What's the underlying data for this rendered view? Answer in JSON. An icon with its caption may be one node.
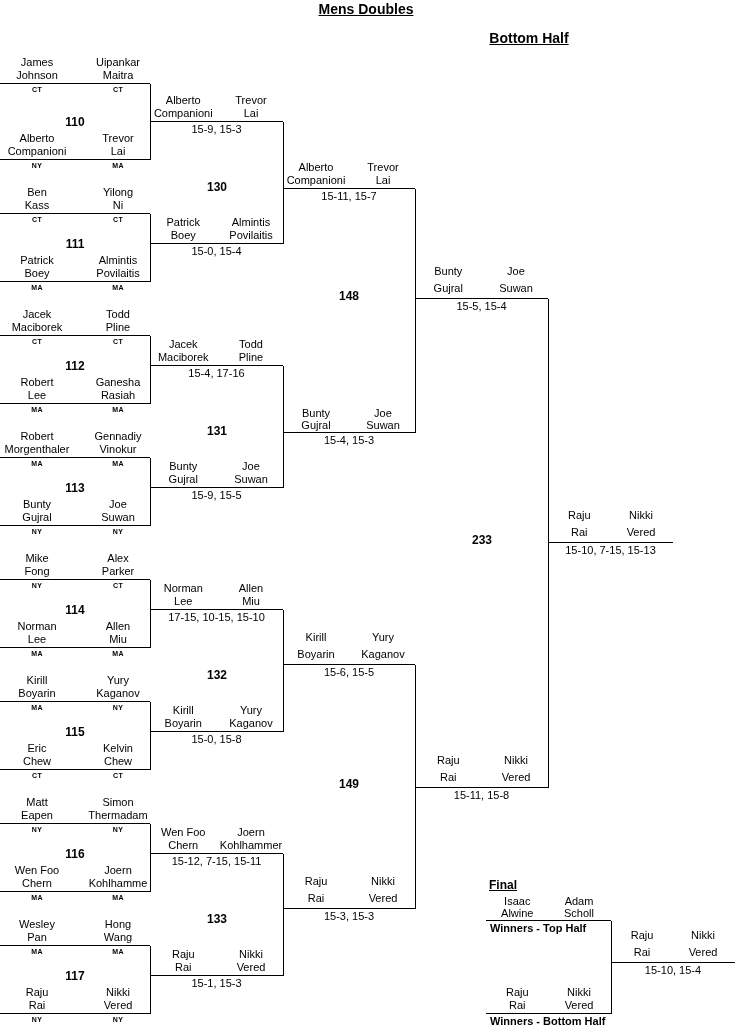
{
  "diagram": {
    "title": "Mens Doubles",
    "nodes": [
      {
        "text": [
          "James Johnson",
          "Uipankar Maitra"
        ],
        "beside": [
          "CT",
          "CT"
        ]
      },
      {
        "text": [
          "Alberto Companioni",
          "Trevor Lai"
        ],
        "beside": [
          "NY",
          "MA"
        ]
      },
      {
        "text": [
          "Ben Kass",
          "Yilong Ni"
        ],
        "beside": [
          "CT",
          "CT"
        ]
      },
      {
        "text": [
          "Patrick Boey",
          "Almintis Povilaitis"
        ],
        "beside": [
          "MA",
          "MA"
        ]
      },
      {
        "text": [
          "Jacek Maciborek",
          "Todd Pline"
        ],
        "beside": [
          "CT",
          "CT"
        ]
      },
      {
        "text": [
          "Robert Lee",
          "Ganesha Rasiah"
        ],
        "beside": [
          "MA",
          "MA"
        ]
      },
      {
        "text": [
          "Robert Morgenthaler",
          "Gennadiy Vinokur"
        ],
        "beside": [
          "MA",
          "MA"
        ]
      },
      {
        "text": [
          "Bunty Gujral",
          "Joe Suwan"
        ],
        "beside": [
          "NY",
          "NY"
        ]
      },
      {
        "text": [
          "Mike Fong",
          "Alex Parker"
        ],
        "beside": [
          "NY",
          "CT"
        ]
      },
      {
        "text": [
          "Norman Lee",
          "Allen Miu"
        ],
        "beside": [
          "MA",
          "MA"
        ]
      },
      {
        "text": [
          "Kirill Boyarin",
          "Yury Kaganov"
        ],
        "beside": [
          "MA",
          "NY"
        ]
      },
      {
        "text": [
          "Eric Chew",
          "Kelvin Chew"
        ],
        "beside": [
          "CT",
          "CT"
        ]
      },
      {
        "text": [
          "Matt Eapen",
          "Simon Thermadam"
        ],
        "beside": [
          "NY",
          "NY"
        ]
      },
      {
        "text": [
          "Wen Foo Chern",
          "Joern Kohlhamme"
        ],
        "beside": [
          "MA",
          "MA"
        ]
      },
      {
        "text": [
          "Wesley Pan",
          "Hong Wang"
        ],
        "beside": [
          "MA",
          "MA"
        ]
      },
      {
        "text": [
          "Raju Rai",
          "Nikki Vered"
        ],
        "beside": [
          "NY",
          "NY"
        ]
      },
      {
        "text": [
          "Alberto Companioni",
          "Trevor Lai"
        ],
        "beside": [
          "15-9, 15-3"
        ]
      },
      {
        "text": [
          "Patrick Boey",
          "Almintis Povilaitis"
        ],
        "beside": [
          "15-0, 15-4"
        ]
      },
      {
        "text": [
          "Jacek Maciborek",
          "Todd Pline"
        ],
        "beside": [
          "15-4, 17-16"
        ]
      },
      {
        "text": [
          "Bunty Gujral",
          "Joe Suwan"
        ],
        "beside": [
          "15-9, 15-5"
        ]
      },
      {
        "text": [
          "Norman Lee",
          "Allen Miu"
        ],
        "beside": [
          "17-15, 10-15, 15-10"
        ]
      },
      {
        "text": [
          "Kirill Boyarin",
          "Yury Kaganov"
        ],
        "beside": [
          "15-0, 15-8"
        ]
      },
      {
        "text": [
          "Wen Foo Chern",
          "Joern Kohlhammer"
        ],
        "beside": [
          "15-12, 7-15, 15-11"
        ]
      },
      {
        "text": [
          "Raju Rai",
          "Nikki Vered"
        ],
        "beside": [
          "15-1, 15-3"
        ]
      },
      {
        "text": [
          "Alberto Companioni",
          "Trevor Lai"
        ],
        "beside": [
          "15-11, 15-7"
        ]
      },
      {
        "text": [
          "Bunty Gujral",
          "Joe Suwan"
        ],
        "beside": [
          "15-4, 15-3"
        ]
      },
      {
        "text": [
          "Kirill Boyarin",
          "Yury Kaganov"
        ],
        "beside": [
          "15-6, 15-5"
        ]
      },
      {
        "text": [
          "Raju Rai",
          "Nikki Vered"
        ],
        "beside": [
          "15-3, 15-3"
        ]
      },
      {
        "text": [
          "Bunty Gujral",
          "Joe Suwan"
        ],
        "beside": [
          "15-5, 15-4"
        ]
      },
      {
        "text": [
          "Raju Rai",
          "Nikki Vered"
        ],
        "beside": [
          "15-11, 15-8"
        ]
      },
      {
        "text": [
          "Raju Rai",
          "Nikki Vered"
        ],
        "beside": [
          "15-10, 7-15, 15-13"
        ]
      },
      {
        "text": [
          "Isaac Alwine",
          "Adam Scholl"
        ],
        "beside": [
          "Winners - Top Half"
        ]
      },
      {
        "text": [
          "Raju Rai",
          "Nikki Vered"
        ],
        "beside": [
          "Winners - Bottom Half"
        ]
      },
      {
        "text": [
          "Raju Rai",
          "Nikki Vered"
        ],
        "beside": [
          "15-10, 15-4"
        ]
      }
    ],
    "edges": [
      {
        "from": 0,
        "to": 16,
        "arrow": "none"
      },
      {
        "from": 1,
        "to": 16,
        "arrow": "none"
      },
      {
        "from": 2,
        "to": 17,
        "arrow": "none"
      },
      {
        "from": 3,
        "to": 17,
        "arrow": "none"
      },
      {
        "from": 4,
        "to": 18,
        "arrow": "none"
      },
      {
        "from": 5,
        "to": 18,
        "arrow": "none"
      },
      {
        "from": 6,
        "to": 19,
        "arrow": "none"
      },
      {
        "from": 7,
        "to": 19,
        "arrow": "none"
      },
      {
        "from": 8,
        "to": 20,
        "arrow": "none"
      },
      {
        "from": 9,
        "to": 20,
        "arrow": "none"
      },
      {
        "from": 10,
        "to": 21,
        "arrow": "none"
      },
      {
        "from": 11,
        "to": 21,
        "arrow": "none"
      },
      {
        "from": 12,
        "to": 22,
        "arrow": "none"
      },
      {
        "from": 13,
        "to": 22,
        "arrow": "none"
      },
      {
        "from": 14,
        "to": 23,
        "arrow": "none"
      },
      {
        "from": 15,
        "to": 23,
        "arrow": "none"
      },
      {
        "from": 16,
        "to": 24,
        "arrow": "none"
      },
      {
        "from": 17,
        "to": 24,
        "arrow": "none"
      },
      {
        "from": 18,
        "to": 25,
        "arrow": "none"
      },
      {
        "from": 19,
        "to": 25,
        "arrow": "none"
      },
      {
        "from": 20,
        "to": 26,
        "arrow": "none"
      },
      {
        "from": 21,
        "to": 26,
        "arrow": "none"
      },
      {
        "from": 22,
        "to": 27,
        "arrow": "none"
      },
      {
        "from": 23,
        "to": 27,
        "arrow": "none"
      },
      {
        "from": 24,
        "to": 28,
        "arrow": "none"
      },
      {
        "from": 25,
        "to": 28,
        "arrow": "none"
      },
      {
        "from": 26,
        "to": 29,
        "arrow": "none"
      },
      {
        "from": 27,
        "to": 29,
        "arrow": "none"
      },
      {
        "from": 28,
        "to": 30,
        "arrow": "none"
      },
      {
        "from": 29,
        "to": 30,
        "arrow": "none"
      },
      {
        "from": 31,
        "to": 33,
        "arrow": "none"
      },
      {
        "from": 32,
        "to": 33,
        "arrow": "none"
      }
    ],
    "labels": [
      "Bottom Half",
      "110",
      "111",
      "112",
      "113",
      "114",
      "115",
      "116",
      "117",
      "130",
      "131",
      "132",
      "133",
      "148",
      "149",
      "233",
      "Final"
    ]
  }
}
